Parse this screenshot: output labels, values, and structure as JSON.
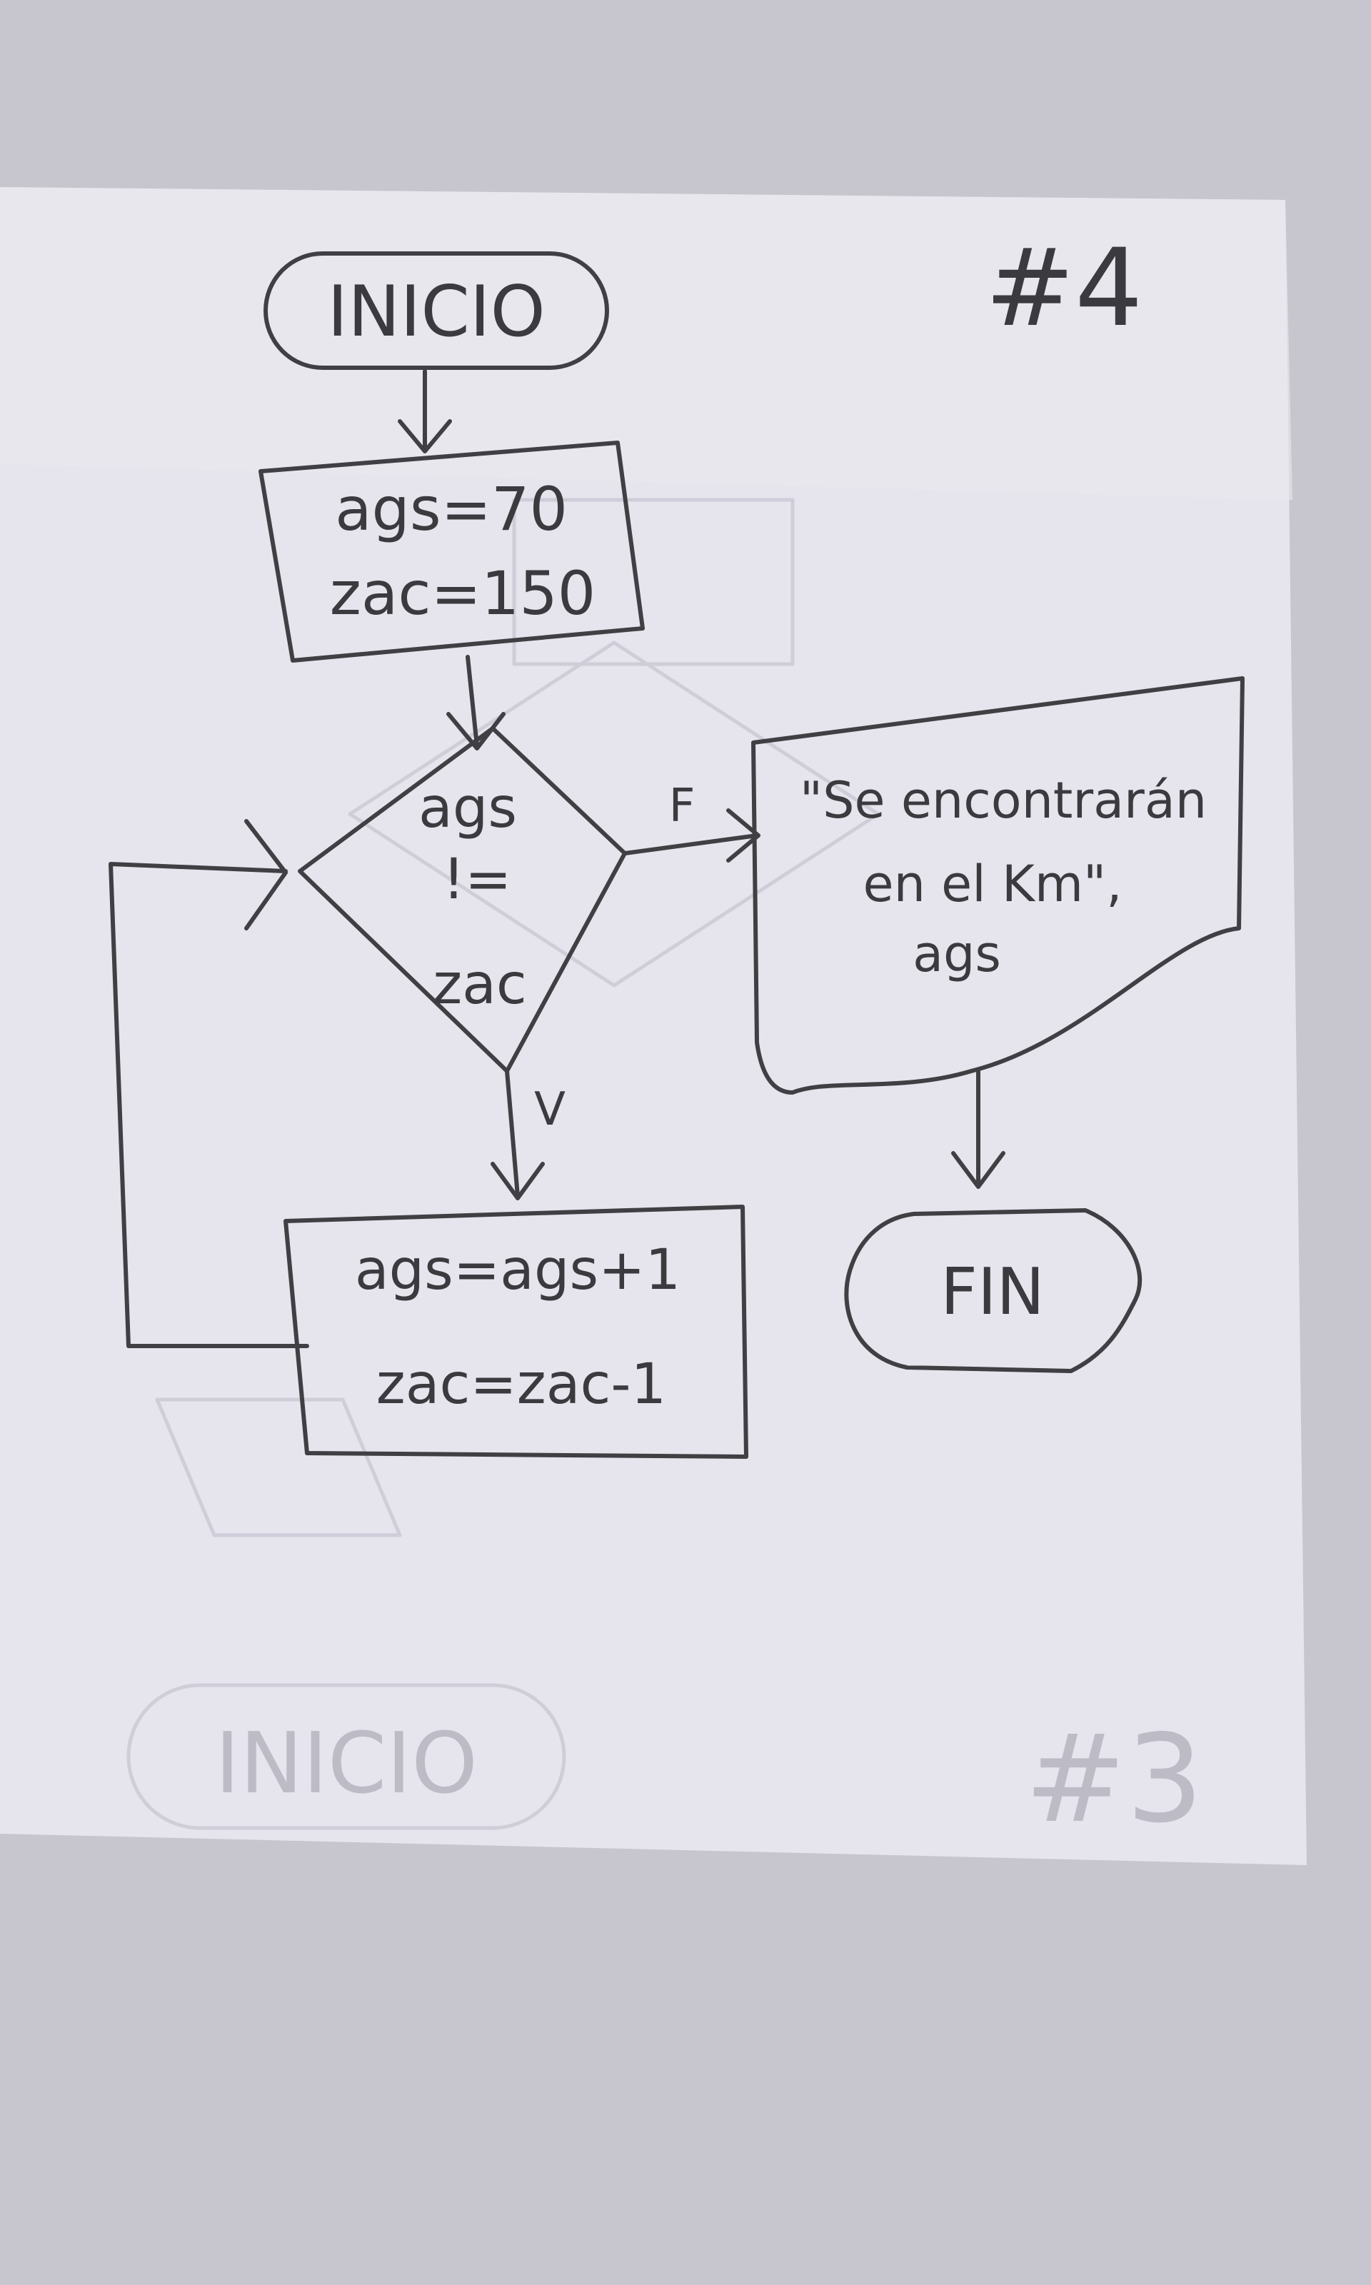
{
  "page_number": "#4",
  "start": {
    "label": "INICIO"
  },
  "init_block": {
    "lines": [
      "ags=70",
      "zac=150"
    ]
  },
  "decision": {
    "lines": [
      "ags",
      "!=",
      "zac"
    ],
    "false_label": "F",
    "true_label": "V"
  },
  "output": {
    "lines": [
      "\"Se encontrarán",
      "en el Km\",",
      "ags"
    ]
  },
  "update_block": {
    "lines": [
      "ags=ags+1",
      "zac=zac-1"
    ]
  },
  "end": {
    "label": "FIN"
  },
  "faint_backside": {
    "start_label": "INICIO",
    "page_number": "#3"
  }
}
